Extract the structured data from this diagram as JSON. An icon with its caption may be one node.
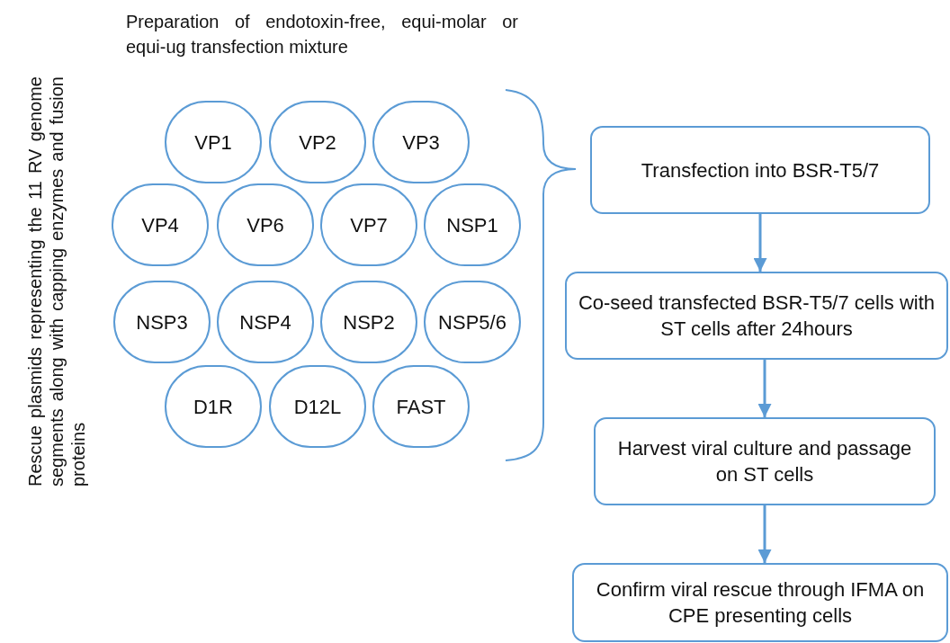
{
  "diagram": {
    "nodes": [
      {
        "text": [
          "VP1"
        ]
      },
      {
        "text": [
          "VP2"
        ]
      },
      {
        "text": [
          "VP3"
        ]
      },
      {
        "text": [
          "VP4"
        ]
      },
      {
        "text": [
          "VP6"
        ]
      },
      {
        "text": [
          "VP7"
        ]
      },
      {
        "text": [
          "NSP1"
        ]
      },
      {
        "text": [
          "NSP3"
        ]
      },
      {
        "text": [
          "NSP4"
        ]
      },
      {
        "text": [
          "NSP2"
        ]
      },
      {
        "text": [
          "NSP5/6"
        ]
      },
      {
        "text": [
          "D1R"
        ]
      },
      {
        "text": [
          "D12L"
        ]
      },
      {
        "text": [
          "FAST"
        ]
      },
      {
        "text": [
          "Transfection into BSR-T5/7"
        ]
      },
      {
        "text": [
          "Co-seed transfected BSR-T5/7 cells with ST cells after 24hours"
        ]
      },
      {
        "text": [
          "Harvest viral culture and passage on ST cells"
        ]
      },
      {
        "text": [
          "Confirm viral rescue through IFMA on CPE presenting cells"
        ]
      }
    ],
    "edges": [
      {
        "from": 14,
        "to": 15,
        "arrow": "to"
      },
      {
        "from": 15,
        "to": 16,
        "arrow": "to"
      },
      {
        "from": 16,
        "to": 17,
        "arrow": "to"
      }
    ],
    "labels": [
      "Rescue plasmids representing the 11 RV genome segments along with capping enzymes and fusion proteins",
      "Preparation of endotoxin-free, equi-molar or equi-ug transfection mixture"
    ]
  }
}
